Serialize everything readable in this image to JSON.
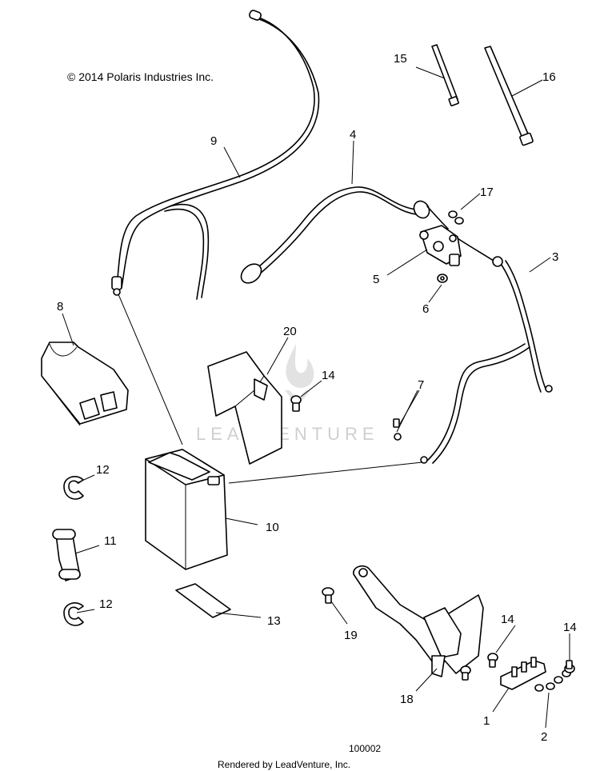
{
  "copyright": "© 2014 Polaris Industries Inc.",
  "watermark": "LEADVENTURE",
  "diagram_number": "100002",
  "footer": "Rendered by LeadVenture, Inc.",
  "callouts": [
    "1",
    "2",
    "3",
    "4",
    "5",
    "6",
    "7",
    "8",
    "9",
    "10",
    "11",
    "12",
    "12",
    "13",
    "14",
    "14",
    "14",
    "15",
    "16",
    "17",
    "18",
    "19",
    "20"
  ]
}
